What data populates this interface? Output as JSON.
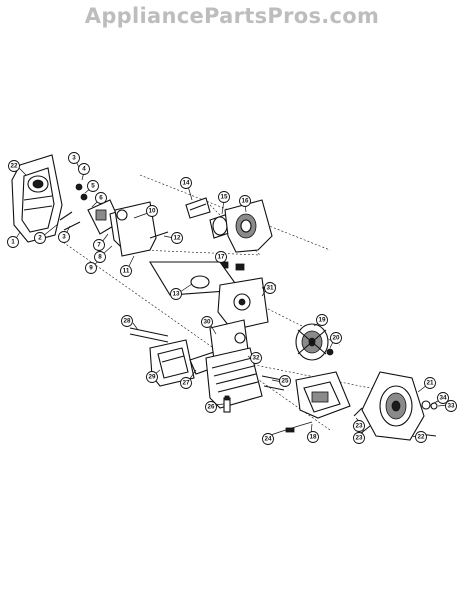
{
  "watermark": "AppliancePartsPros.com",
  "callouts": [
    {
      "label": "22",
      "part": "22"
    },
    {
      "label": "3",
      "part": "3"
    },
    {
      "label": "4",
      "part": "4"
    },
    {
      "label": "5",
      "part": "5"
    },
    {
      "label": "6",
      "part": "6"
    },
    {
      "label": "1",
      "part": "1"
    },
    {
      "label": "2",
      "part": "2"
    },
    {
      "label": "3",
      "part": "3"
    },
    {
      "label": "7",
      "part": "7"
    },
    {
      "label": "8",
      "part": "8"
    },
    {
      "label": "9",
      "part": "9"
    },
    {
      "label": "10",
      "part": "10"
    },
    {
      "label": "11",
      "part": "11"
    },
    {
      "label": "12",
      "part": "12"
    },
    {
      "label": "14",
      "part": "14"
    },
    {
      "label": "15",
      "part": "15"
    },
    {
      "label": "16",
      "part": "16"
    },
    {
      "label": "17",
      "part": "17"
    },
    {
      "label": "13",
      "part": "13"
    },
    {
      "label": "31",
      "part": "31"
    },
    {
      "label": "28",
      "part": "28"
    },
    {
      "label": "30",
      "part": "30"
    },
    {
      "label": "19",
      "part": "19"
    },
    {
      "label": "20",
      "part": "20"
    },
    {
      "label": "32",
      "part": "32"
    },
    {
      "label": "29",
      "part": "29"
    },
    {
      "label": "27",
      "part": "27"
    },
    {
      "label": "25",
      "part": "25"
    },
    {
      "label": "26",
      "part": "26"
    },
    {
      "label": "21",
      "part": "21"
    },
    {
      "label": "34",
      "part": "34"
    },
    {
      "label": "33",
      "part": "33"
    },
    {
      "label": "23",
      "part": "23"
    },
    {
      "label": "23",
      "part": "23"
    },
    {
      "label": "22",
      "part": "22"
    },
    {
      "label": "24",
      "part": "24"
    },
    {
      "label": "18",
      "part": "18"
    }
  ]
}
